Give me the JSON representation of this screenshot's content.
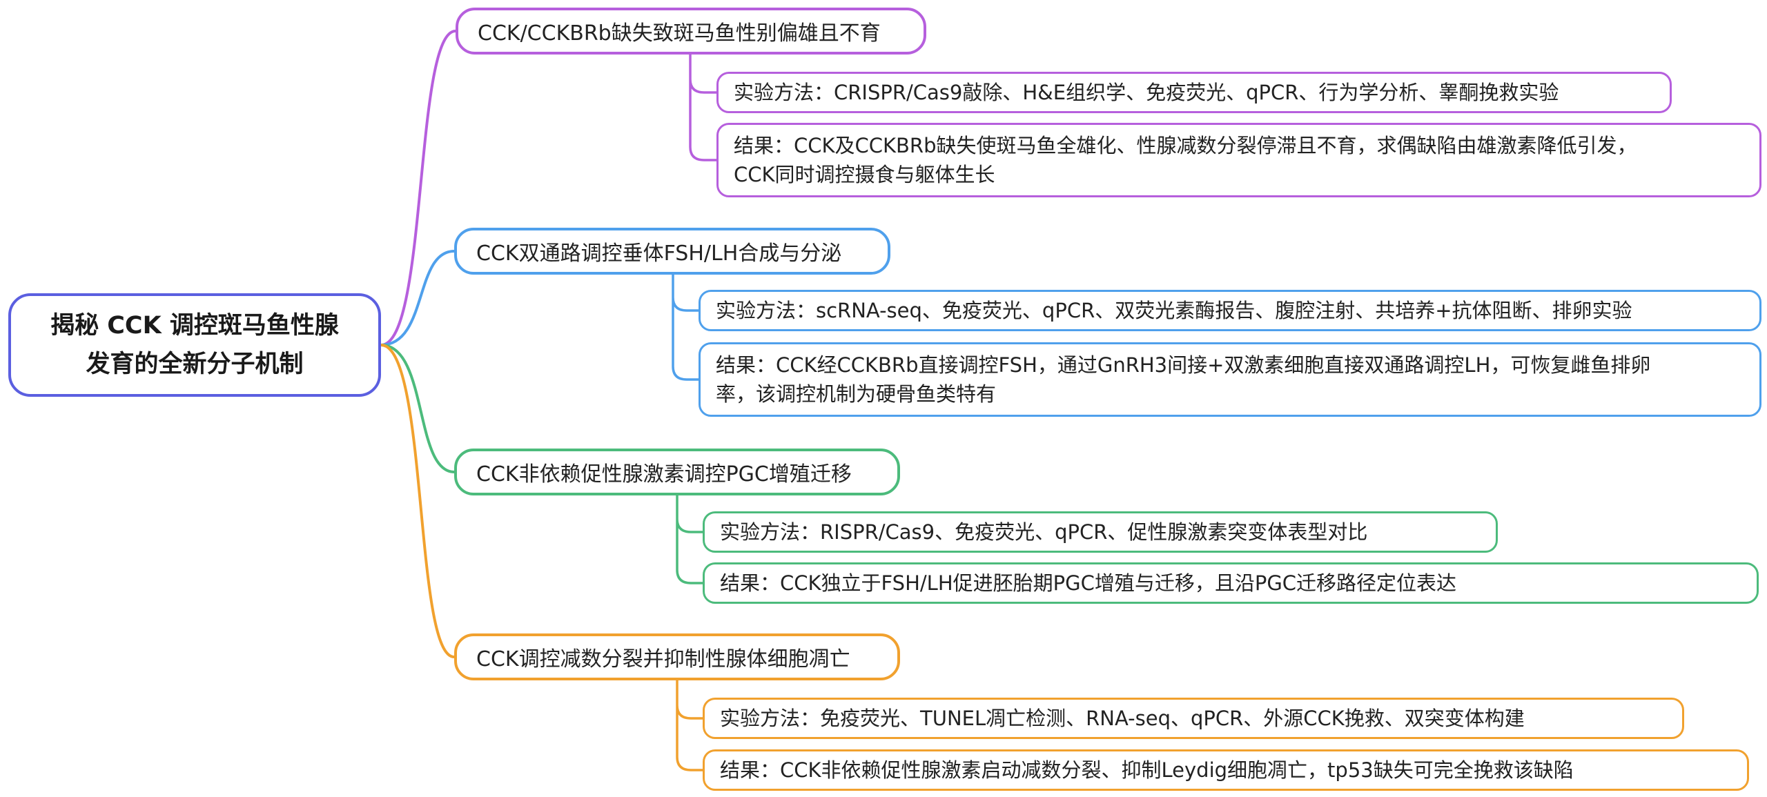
{
  "root": {
    "line1": "揭秘 CCK 调控斑马鱼性腺",
    "line2": "发育的全新分子机制",
    "color": "#5b5fe0"
  },
  "branches": [
    {
      "label": "CCK/CCKBRb缺失致斑马鱼性别偏雄且不育",
      "color": "#b65fdd",
      "method": "实验方法：CRISPR/Cas9敲除、H&E组织学、免疫荧光、qPCR、行为学分析、睾酮挽救实验",
      "result_line1": "结果：CCK及CCKBRb缺失使斑马鱼全雄化、性腺减数分裂停滞且不育，求偶缺陷由雄激素降低引发，",
      "result_line2": "CCK同时调控摄食与躯体生长"
    },
    {
      "label": "CCK双通路调控垂体FSH/LH合成与分泌",
      "color": "#4fa0ec",
      "method": "实验方法：scRNA-seq、免疫荧光、qPCR、双荧光素酶报告、腹腔注射、共培养+抗体阻断、排卵实验",
      "result_line1": "结果：CCK经CCKBRb直接调控FSH，通过GnRH3间接+双激素细胞直接双通路调控LH，可恢复雌鱼排卵",
      "result_line2": "率，该调控机制为硬骨鱼类特有"
    },
    {
      "label": "CCK非依赖促性腺激素调控PGC增殖迁移",
      "color": "#4cbb7c",
      "method": "实验方法：RISPR/Cas9、免疫荧光、qPCR、促性腺激素突变体表型对比",
      "result": "结果：CCK独立于FSH/LH促进胚胎期PGC增殖与迁移，且沿PGC迁移路径定位表达"
    },
    {
      "label": "CCK调控减数分裂并抑制性腺体细胞凋亡",
      "color": "#f1a12e",
      "method": "实验方法：免疫荧光、TUNEL凋亡检测、RNA-seq、qPCR、外源CCK挽救、双突变体构建",
      "result": "结果：CCK非依赖促性腺激素启动减数分裂、抑制Leydig细胞凋亡，tp53缺失可完全挽救该缺陷"
    }
  ]
}
